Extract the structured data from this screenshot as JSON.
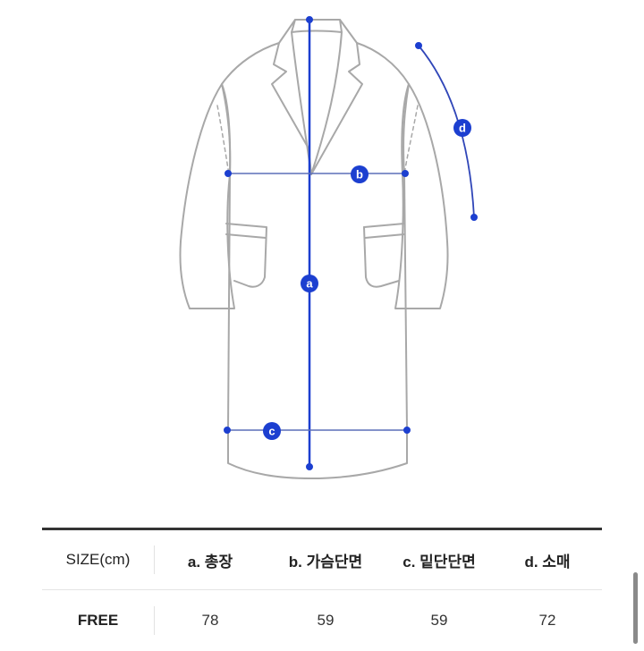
{
  "colors": {
    "accent": "#1c3fd0",
    "outline": "#a8a8a8",
    "table_rule": "#333333"
  },
  "diagram": {
    "garment": "coat",
    "markers": [
      {
        "id": "a",
        "label": "a",
        "meaning": "총장"
      },
      {
        "id": "b",
        "label": "b",
        "meaning": "가슴단면"
      },
      {
        "id": "c",
        "label": "c",
        "meaning": "밑단단면"
      },
      {
        "id": "d",
        "label": "d",
        "meaning": "소매"
      }
    ]
  },
  "table": {
    "headers": [
      "SIZE(cm)",
      "a. 총장",
      "b. 가슴단면",
      "c. 밑단단면",
      "d. 소매"
    ],
    "rows": [
      {
        "size": "FREE",
        "values": [
          "78",
          "59",
          "59",
          "72"
        ]
      }
    ]
  }
}
